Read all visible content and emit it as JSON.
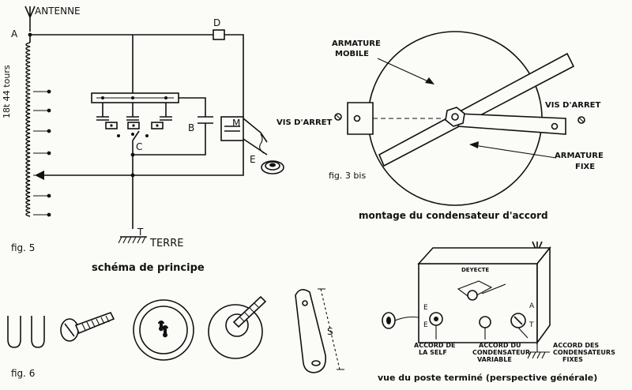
{
  "schematic": {
    "antenna_label": "ANTENNE",
    "node_a": "A",
    "coil_label": "18t  44 tours",
    "node_d": "D",
    "node_b": "B",
    "node_m": "M",
    "node_c": "C",
    "node_e": "E",
    "node_t": "T",
    "ground_label": "TERRE",
    "fig_label": "fig. 5",
    "caption": "schéma de principe"
  },
  "capacitor": {
    "label_moving": "ARMATURE\nMOBILE",
    "label_fixed": "ARMATURE\nFIXE",
    "screw_left": "VIS D'ARRET",
    "screw_right": "VIS D'ARRET",
    "fig_label": "fig. 3 bis",
    "caption": "montage du condensateur d'accord"
  },
  "parts": {
    "fig_label": "fig. 6",
    "dimension": "S"
  },
  "assembly": {
    "top_label": "DEYECTE",
    "mark_e1": "E",
    "mark_e2": "E",
    "mark_a": "A",
    "mark_t": "T",
    "label_self": "ACCORD DE\nLA SELF",
    "label_variable": "ACCORD DU\nCONDENSATEUR\nVARIABLE",
    "label_fixed": "ACCORD DES\nCONDENSATEURS\nFIXES",
    "caption": "vue du poste terminé (perspective générale)"
  }
}
